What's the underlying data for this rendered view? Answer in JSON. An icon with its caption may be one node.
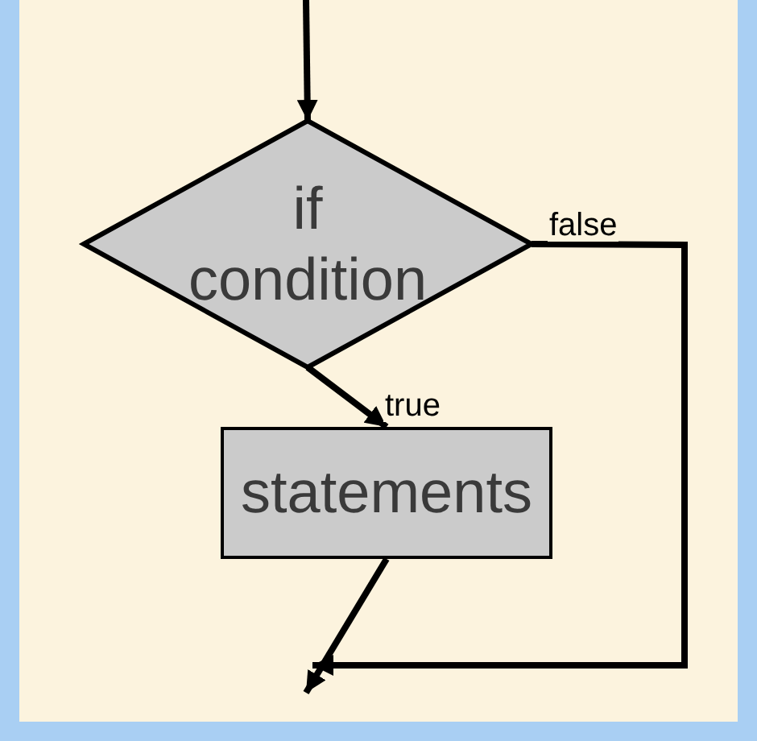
{
  "diagram": {
    "nodes": [
      {
        "text": [
          "if condition"
        ]
      },
      {
        "text": [
          "statements"
        ]
      }
    ],
    "edges": [
      {
        "from": null,
        "to": 0,
        "arrow": "to"
      },
      {
        "from": 0,
        "to": 1,
        "arrow": "to",
        "label": "true"
      },
      {
        "from": 0,
        "to": null,
        "arrow": "to",
        "label": "false"
      },
      {
        "from": 1,
        "to": null,
        "arrow": "to"
      }
    ]
  }
}
